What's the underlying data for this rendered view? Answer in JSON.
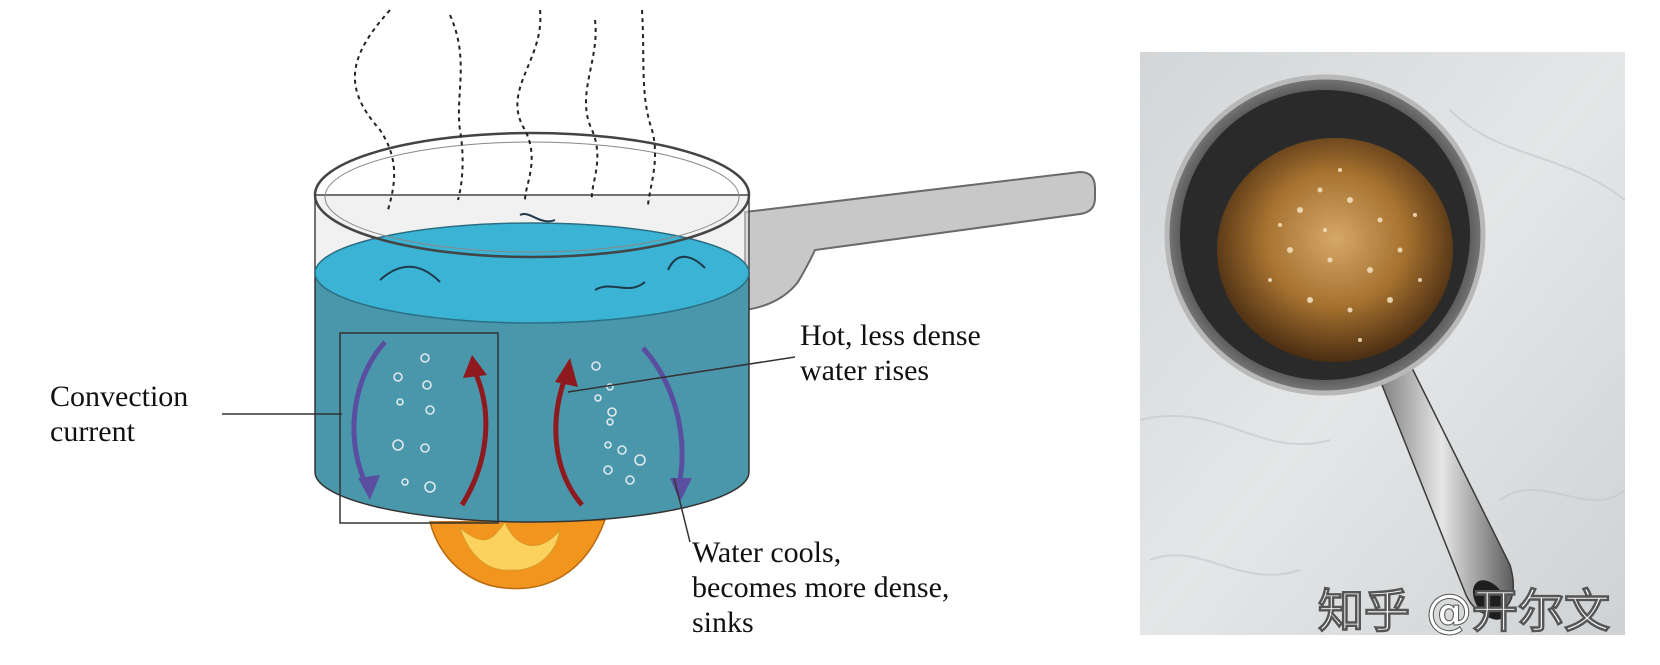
{
  "diagram": {
    "label_convection": [
      "Convection",
      "current"
    ],
    "label_hot": [
      "Hot, less dense",
      "water rises"
    ],
    "label_cool": [
      "Water cools,",
      "becomes more dense,",
      "sinks"
    ]
  },
  "photo": {
    "watermark": "知乎 @开尔文"
  },
  "colors": {
    "water_top": "#3ab3d4",
    "water_side": "#4a97ab",
    "arrow_hot": "#8e1a1f",
    "arrow_cool": "#5a4ea0",
    "flame_outer": "#f2951e",
    "flame_inner": "#fbd25e",
    "handle": "#c8c8c8"
  }
}
